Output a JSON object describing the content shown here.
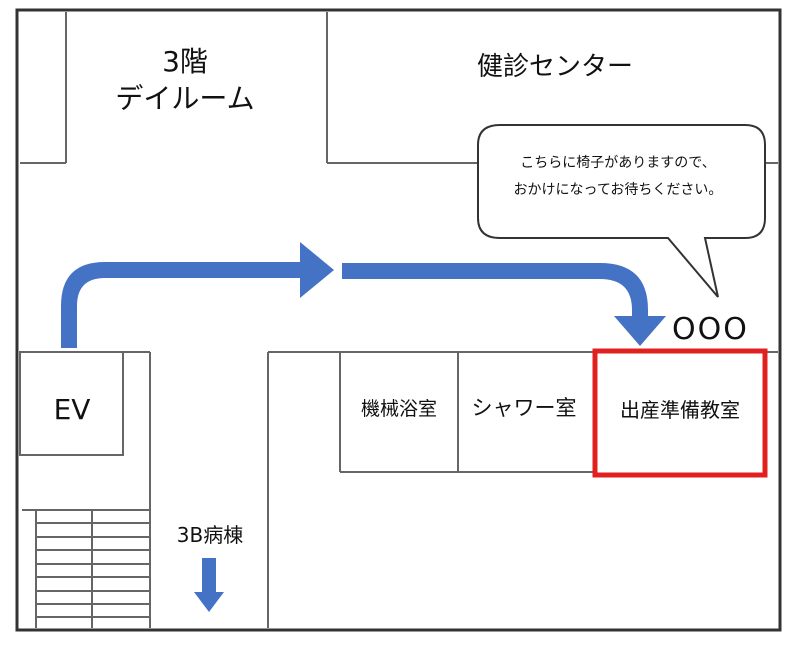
{
  "map": {
    "rooms": {
      "dayroom_floor": "3階",
      "dayroom_name": "デイルーム",
      "health_center": "健診センター",
      "elevator": "EV",
      "mechanical_bath": "機械浴室",
      "shower_room": "シャワー室",
      "childbirth_prep_room": "出産準備教室"
    },
    "bubble": {
      "line1": "こちらに椅子がありますので、",
      "line2": "おかけになってお待ちください。"
    },
    "seats": "OOO",
    "ward_direction": "3B病棟",
    "colors": {
      "route_arrow": "#4472c4",
      "highlight": "#e0211f",
      "wall": "#555555"
    },
    "icons": {
      "route": "route-arrow-icon",
      "ward": "arrow-down-icon"
    }
  }
}
